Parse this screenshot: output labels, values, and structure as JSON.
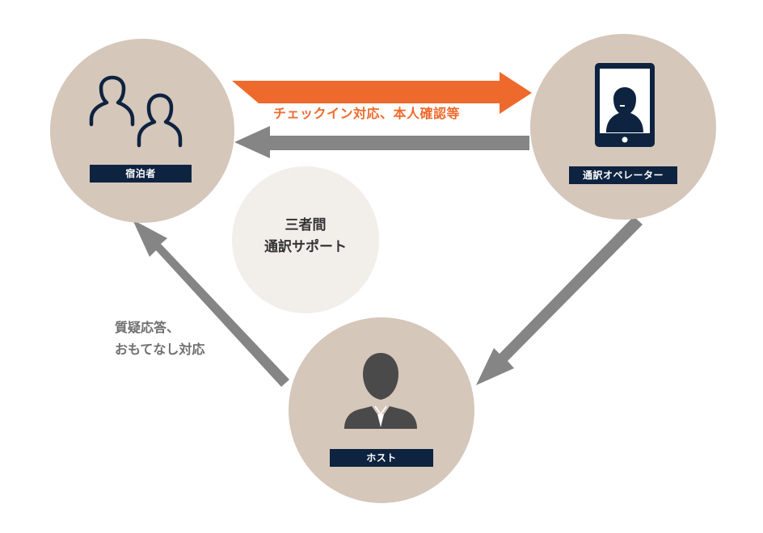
{
  "nodes": {
    "guest": {
      "label": "宿泊者"
    },
    "operator": {
      "label": "通訳オペレーター"
    },
    "host": {
      "label": "ホスト"
    }
  },
  "center": {
    "line1": "三者間",
    "line2": "通訳サポート"
  },
  "flows": {
    "checkin": "チェックイン対応、本人確認等",
    "qa_line1": "質疑応答、",
    "qa_line2": "おもてなし対応"
  },
  "colors": {
    "node_fill": "#d6c7bb",
    "label_fill": "#0e2340",
    "accent_orange": "#ee6a2c",
    "arrow_gray": "#858585",
    "icon_navy": "#0e2340",
    "host_icon": "#4a4a4a"
  },
  "icons": {
    "guest": "two-person-outline-icon",
    "operator": "tablet-operator-icon",
    "host": "host-silhouette-icon"
  }
}
